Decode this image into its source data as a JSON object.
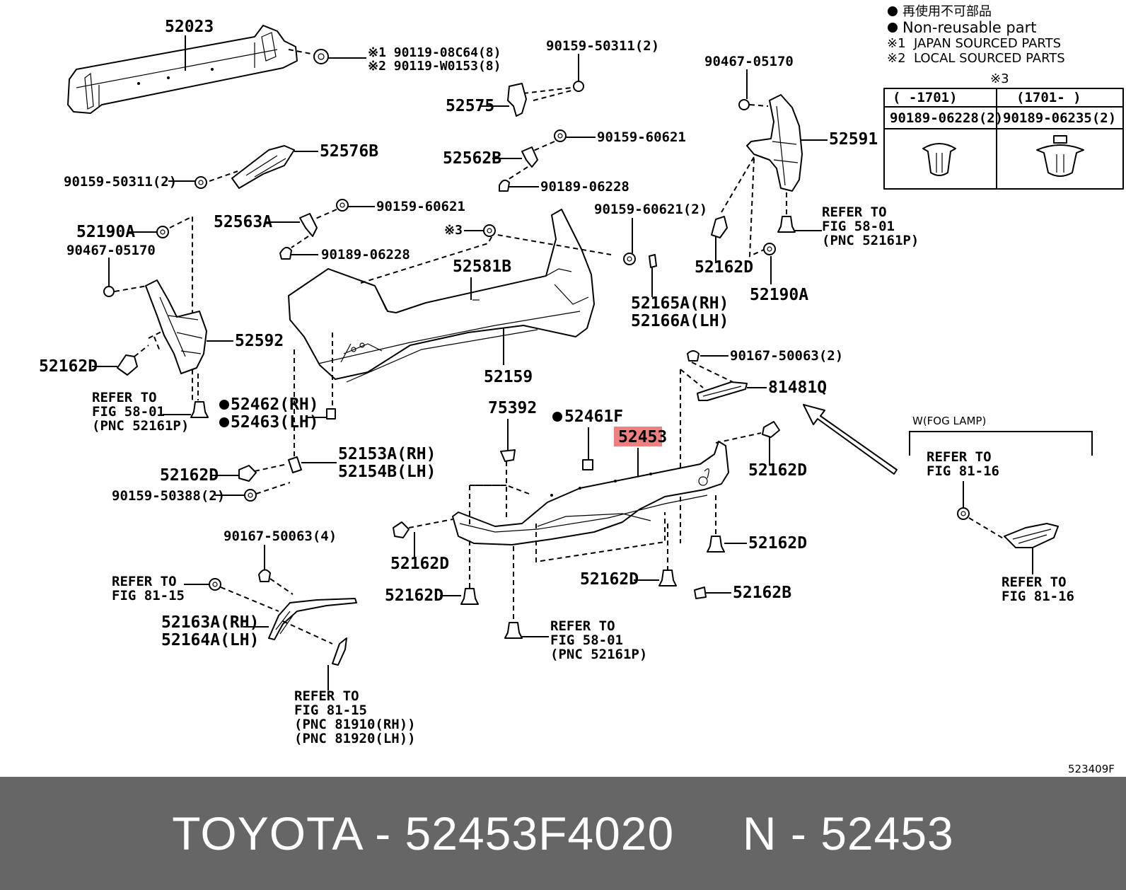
{
  "legend": {
    "nonreusable_jp": "再使用不可部品",
    "nonreusable_en": "Non-reusable part",
    "japan_sourced": "JAPAN SOURCED PARTS",
    "local_sourced": "LOCAL SOURCED PARTS",
    "mark1": "※1",
    "mark2": "※2",
    "mark3": "※3"
  },
  "table": {
    "col1_header": "(   -1701)",
    "col2_header": "(1701-   )",
    "col1_part": "90189-06228(2)",
    "col2_part": "90189-06235(2)"
  },
  "labels": {
    "p52023": "52023",
    "p90119a": "※1 90119-08C64(8)",
    "p90119b": "※2 90119-W0153(8)",
    "p90159_50311_top": "90159-50311(2)",
    "p52575": "52575",
    "p52576B": "52576B",
    "p90159_50311_left": "90159-50311(2)",
    "p90159_60621_a": "90159-60621",
    "p52562B": "52562B",
    "p90189_06228_a": "90189-06228",
    "p90467_05170_right": "90467-05170",
    "p52591": "52591",
    "p52563A": "52563A",
    "p90159_60621_b": "90159-60621",
    "p90189_06228_b": "90189-06228",
    "p52190A_left": "52190A",
    "p90467_05170_left": "90467-05170",
    "p90159_60621_2": "90159-60621(2)",
    "pmark3": "※3",
    "p52581B": "52581B",
    "p52165A": "52165A(RH)",
    "p52166A": "52166A(LH)",
    "p52162D_r1": "52162D",
    "p52190A_right": "52190A",
    "refer_58_01_right": [
      "REFER TO",
      "FIG 58-01",
      "(PNC 52161P)"
    ],
    "p52592": "52592",
    "p52162D_l1": "52162D",
    "p52159": "52159",
    "refer_58_01_left": [
      "REFER TO",
      "FIG 58-01",
      "(PNC 52161P)"
    ],
    "p52462": "52462(RH)",
    "p52463": "52463(LH)",
    "p90167_50063_2": "90167-50063(2)",
    "p81481Q": "81481Q",
    "p75392": "75392",
    "p52461F": "52461F",
    "p52453_highlight": "52453",
    "p52162D_r2": "52162D",
    "fog_lamp": "W(FOG LAMP)",
    "refer_81_16_top": [
      "REFER TO",
      "FIG 81-16"
    ],
    "refer_81_16_bottom": [
      "REFER TO",
      "FIG 81-16"
    ],
    "p52153A": "52153A(RH)",
    "p52154B": "52154B(LH)",
    "p52162D_l2": "52162D",
    "p90159_50388": "90159-50388(2)",
    "p90167_50063_4": "90167-50063(4)",
    "refer_81_15_a": [
      "REFER TO",
      "FIG 81-15"
    ],
    "p52162D_c1": "52162D",
    "p52162D_c2": "52162D",
    "p52162D_c3": "52162D",
    "p52162D_c4": "52162D",
    "p52162B": "52162B",
    "p52163A": "52163A(RH)",
    "p52164A": "52164A(LH)",
    "refer_58_01_bottom": [
      "REFER TO",
      "FIG 58-01",
      "(PNC 52161P)"
    ],
    "refer_81_15_b": [
      "REFER TO",
      "FIG 81-15",
      "(PNC 81910(RH))",
      "(PNC 81920(LH))"
    ],
    "figure_code": "523409F"
  },
  "banner": {
    "text": "TOYOTA - 52453F4020     N - 52453"
  },
  "colors": {
    "highlight": "#f08080",
    "banner_bg": "#666666",
    "banner_text": "#ffffff"
  }
}
